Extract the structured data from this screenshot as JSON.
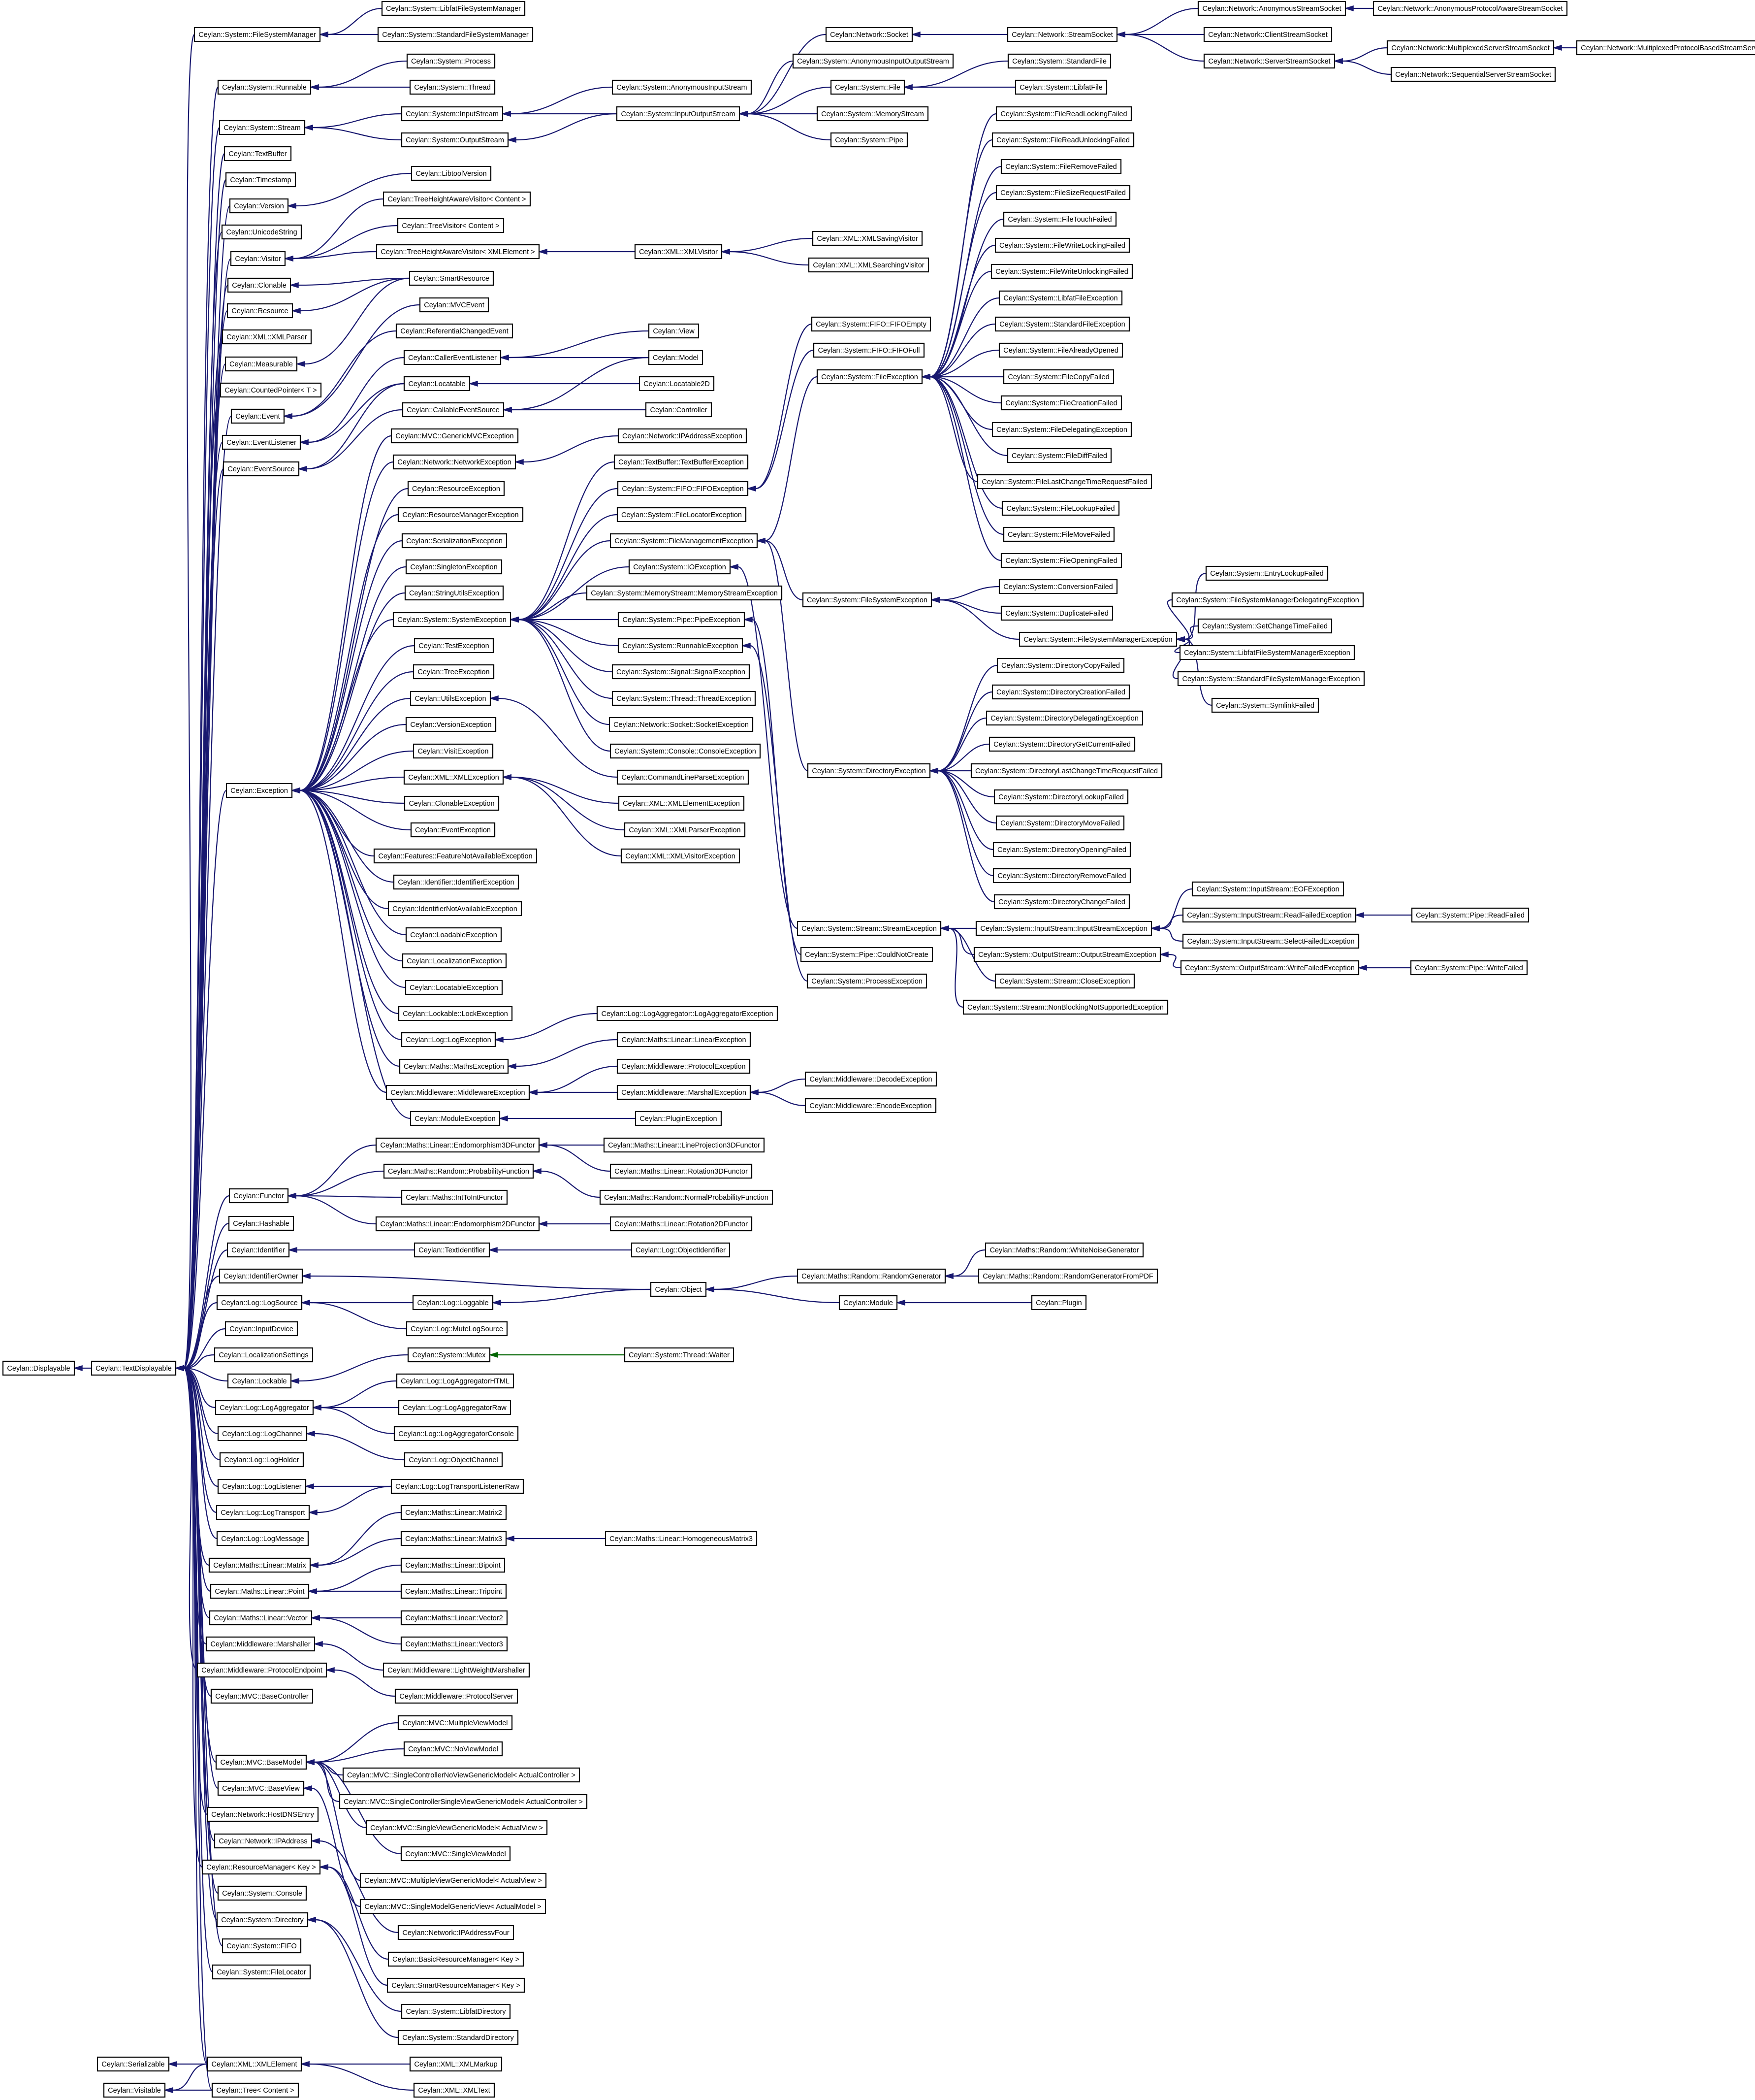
{
  "colors": {
    "edge": "#191970",
    "edge_special": "#006400",
    "node_border": "#000000",
    "background": "#ffffff"
  },
  "nodes": {
    "displayable": "Ceylan::Displayable",
    "serializable": "Ceylan::Serializable",
    "visitable": "Ceylan::Visitable",
    "text_displayable": "Ceylan::TextDisplayable",
    "xml_element": "Ceylan::XML::XMLElement",
    "tree_content": "Ceylan::Tree< Content >",
    "xml_markup": "Ceylan::XML::XMLMarkup",
    "xml_text": "Ceylan::XML::XMLText",
    "file_system_manager": "Ceylan::System::FileSystemManager",
    "libfat_fsm": "Ceylan::System::LibfatFileSystemManager",
    "standard_fsm": "Ceylan::System::StandardFileSystemManager",
    "runnable": "Ceylan::System::Runnable",
    "process": "Ceylan::System::Process",
    "thread": "Ceylan::System::Thread",
    "stream": "Ceylan::System::Stream",
    "input_stream": "Ceylan::System::InputStream",
    "output_stream": "Ceylan::System::OutputStream",
    "anonymous_input_stream": "Ceylan::System::AnonymousInputStream",
    "input_output_stream": "Ceylan::System::InputOutputStream",
    "network_socket": "Ceylan::Network::Socket",
    "anonymous_io_stream": "Ceylan::System::AnonymousInputOutputStream",
    "system_file": "Ceylan::System::File",
    "memory_stream": "Ceylan::System::MemoryStream",
    "system_pipe": "Ceylan::System::Pipe",
    "stream_socket": "Ceylan::Network::StreamSocket",
    "anonymous_stream_socket": "Ceylan::Network::AnonymousStreamSocket",
    "anonymous_protocol_aware_socket": "Ceylan::Network::AnonymousProtocolAwareStreamSocket",
    "client_stream_socket": "Ceylan::Network::ClientStreamSocket",
    "server_stream_socket": "Ceylan::Network::ServerStreamSocket",
    "multiplexed_server_socket": "Ceylan::Network::MultiplexedServerStreamSocket",
    "multiplexed_protocol_server": "Ceylan::Network::MultiplexedProtocolBasedStreamServer",
    "sequential_server_socket": "Ceylan::Network::SequentialServerStreamSocket",
    "standard_file": "Ceylan::System::StandardFile",
    "libfat_file": "Ceylan::System::LibfatFile",
    "text_buffer": "Ceylan::TextBuffer",
    "timestamp": "Ceylan::Timestamp",
    "version": "Ceylan::Version",
    "libtool_version": "Ceylan::LibtoolVersion",
    "unicode_string": "Ceylan::UnicodeString",
    "visitor": "Ceylan::Visitor",
    "tree_height_visitor_content": "Ceylan::TreeHeightAwareVisitor< Content >",
    "tree_visitor_content": "Ceylan::TreeVisitor< Content >",
    "tree_height_visitor_xml": "Ceylan::TreeHeightAwareVisitor< XMLElement >",
    "xml_visitor": "Ceylan::XML::XMLVisitor",
    "xml_saving_visitor": "Ceylan::XML::XMLSavingVisitor",
    "xml_searching_visitor": "Ceylan::XML::XMLSearchingVisitor",
    "clonable": "Ceylan::Clonable",
    "resource": "Ceylan::Resource",
    "smart_resource": "Ceylan::SmartResource",
    "xml_parser": "Ceylan::XML::XMLParser",
    "measurable": "Ceylan::Measurable",
    "mvc_event": "Ceylan::MVCEvent",
    "referential_changed_event": "Ceylan::ReferentialChangedEvent",
    "counted_pointer": "Ceylan::CountedPointer< T >",
    "caller_event_listener": "Ceylan::CallerEventListener",
    "view": "Ceylan::View",
    "model": "Ceylan::Model",
    "event": "Ceylan::Event",
    "locatable": "Ceylan::Locatable",
    "locatable2d": "Ceylan::Locatable2D",
    "event_listener": "Ceylan::EventListener",
    "callable_event_source": "Ceylan::CallableEventSource",
    "controller": "Ceylan::Controller",
    "event_source": "Ceylan::EventSource",
    "exception": "Ceylan::Exception",
    "mvc_generic_exception": "Ceylan::MVC::GenericMVCException",
    "network_exception": "Ceylan::Network::NetworkException",
    "ip_address_exception": "Ceylan::Network::IPAddressException",
    "resource_exception": "Ceylan::ResourceException",
    "resource_manager_exception": "Ceylan::ResourceManagerException",
    "serialization_exception": "Ceylan::SerializationException",
    "singleton_exception": "Ceylan::SingletonException",
    "string_utils_exception": "Ceylan::StringUtilsException",
    "system_exception": "Ceylan::System::SystemException",
    "test_exception": "Ceylan::TestException",
    "tree_exception": "Ceylan::TreeException",
    "utils_exception": "Ceylan::UtilsException",
    "version_exception": "Ceylan::VersionException",
    "visit_exception": "Ceylan::VisitException",
    "xml_exception": "Ceylan::XML::XMLException",
    "clonable_exception": "Ceylan::ClonableException",
    "event_exception": "Ceylan::EventException",
    "feature_not_available": "Ceylan::Features::FeatureNotAvailableException",
    "identifier_exception": "Ceylan::Identifier::IdentifierException",
    "identifier_not_available": "Ceylan::IdentifierNotAvailableException",
    "loadable_exception": "Ceylan::LoadableException",
    "localization_exception": "Ceylan::LocalizationException",
    "locatable_exception": "Ceylan::LocatableException",
    "lock_exception": "Ceylan::Lockable::LockException",
    "log_exception": "Ceylan::Log::LogException",
    "log_aggregator_exception": "Ceylan::Log::LogAggregator::LogAggregatorException",
    "maths_exception": "Ceylan::Maths::MathsException",
    "linear_exception": "Ceylan::Maths::Linear::LinearException",
    "middleware_exception": "Ceylan::Middleware::MiddlewareException",
    "protocol_exception": "Ceylan::Middleware::ProtocolException",
    "marshall_exception": "Ceylan::Middleware::MarshallException",
    "decode_exception": "Ceylan::Middleware::DecodeException",
    "encode_exception": "Ceylan::Middleware::EncodeException",
    "module_exception": "Ceylan::ModuleException",
    "plugin_exception": "Ceylan::PluginException",
    "text_buffer_exception": "Ceylan::TextBuffer::TextBufferException",
    "fifo_exception": "Ceylan::System::FIFO::FIFOException",
    "file_locator_exception": "Ceylan::System::FileLocatorException",
    "file_management_exception": "Ceylan::System::FileManagementException",
    "io_exception": "Ceylan::System::IOException",
    "memory_stream_exception": "Ceylan::System::MemoryStream::MemoryStreamException",
    "pipe_exception": "Ceylan::System::Pipe::PipeException",
    "runnable_exception": "Ceylan::System::RunnableException",
    "signal_exception": "Ceylan::System::Signal::SignalException",
    "thread_exception": "Ceylan::System::Thread::ThreadException",
    "socket_exception": "Ceylan::Network::Socket::SocketException",
    "console_exception": "Ceylan::System::Console::ConsoleException",
    "command_line_parse_exception": "Ceylan::CommandLineParseException",
    "xml_element_exception": "Ceylan::XML::XMLElementException",
    "xml_parser_exception": "Ceylan::XML::XMLParserException",
    "xml_visitor_exception": "Ceylan::XML::XMLVisitorException",
    "fifo_empty": "Ceylan::System::FIFO::FIFOEmpty",
    "fifo_full": "Ceylan::System::FIFO::FIFOFull",
    "file_exception": "Ceylan::System::FileException",
    "file_read_locking_failed": "Ceylan::System::FileReadLockingFailed",
    "file_read_unlocking_failed": "Ceylan::System::FileReadUnlockingFailed",
    "file_remove_failed": "Ceylan::System::FileRemoveFailed",
    "file_size_request_failed": "Ceylan::System::FileSizeRequestFailed",
    "file_touch_failed": "Ceylan::System::FileTouchFailed",
    "file_write_locking_failed": "Ceylan::System::FileWriteLockingFailed",
    "file_write_unlocking_failed": "Ceylan::System::FileWriteUnlockingFailed",
    "libfat_file_exception": "Ceylan::System::LibfatFileException",
    "standard_file_exception": "Ceylan::System::StandardFileException",
    "file_already_opened": "Ceylan::System::FileAlreadyOpened",
    "file_copy_failed": "Ceylan::System::FileCopyFailed",
    "file_creation_failed": "Ceylan::System::FileCreationFailed",
    "file_delegating_exception": "Ceylan::System::FileDelegatingException",
    "file_diff_failed": "Ceylan::System::FileDiffFailed",
    "file_last_change_time_failed": "Ceylan::System::FileLastChangeTimeRequestFailed",
    "file_lookup_failed": "Ceylan::System::FileLookupFailed",
    "file_move_failed": "Ceylan::System::FileMoveFailed",
    "file_opening_failed": "Ceylan::System::FileOpeningFailed",
    "file_system_exception": "Ceylan::System::FileSystemException",
    "conversion_failed": "Ceylan::System::ConversionFailed",
    "duplicate_failed": "Ceylan::System::DuplicateFailed",
    "fsm_exception": "Ceylan::System::FileSystemManagerException",
    "entry_lookup_failed": "Ceylan::System::EntryLookupFailed",
    "fsm_delegating_exception": "Ceylan::System::FileSystemManagerDelegatingException",
    "get_change_time_failed": "Ceylan::System::GetChangeTimeFailed",
    "libfat_fsm_exception": "Ceylan::System::LibfatFileSystemManagerException",
    "standard_fsm_exception": "Ceylan::System::StandardFileSystemManagerException",
    "symlink_failed": "Ceylan::System::SymlinkFailed",
    "directory_exception": "Ceylan::System::DirectoryException",
    "directory_copy_failed": "Ceylan::System::DirectoryCopyFailed",
    "directory_creation_failed": "Ceylan::System::DirectoryCreationFailed",
    "directory_delegating_exception": "Ceylan::System::DirectoryDelegatingException",
    "directory_get_current_failed": "Ceylan::System::DirectoryGetCurrentFailed",
    "directory_last_change_failed": "Ceylan::System::DirectoryLastChangeTimeRequestFailed",
    "directory_lookup_failed": "Ceylan::System::DirectoryLookupFailed",
    "directory_move_failed": "Ceylan::System::DirectoryMoveFailed",
    "directory_opening_failed": "Ceylan::System::DirectoryOpeningFailed",
    "directory_remove_failed": "Ceylan::System::DirectoryRemoveFailed",
    "directory_change_failed": "Ceylan::System::DirectoryChangeFailed",
    "stream_exception": "Ceylan::System::Stream::StreamException",
    "pipe_could_not_create": "Ceylan::System::Pipe::CouldNotCreate",
    "process_exception": "Ceylan::System::ProcessException",
    "input_stream_exception": "Ceylan::System::InputStream::InputStreamException",
    "eof_exception": "Ceylan::System::InputStream::EOFException",
    "read_failed_exception": "Ceylan::System::InputStream::ReadFailedException",
    "pipe_read_failed": "Ceylan::System::Pipe::ReadFailed",
    "select_failed_exception": "Ceylan::System::InputStream::SelectFailedException",
    "output_stream_exception": "Ceylan::System::OutputStream::OutputStreamException",
    "write_failed_exception": "Ceylan::System::OutputStream::WriteFailedException",
    "pipe_write_failed": "Ceylan::System::Pipe::WriteFailed",
    "close_exception": "Ceylan::System::Stream::CloseException",
    "non_blocking_not_supported": "Ceylan::System::Stream::NonBlockingNotSupportedException",
    "functor": "Ceylan::Functor",
    "endomorphism3d_functor": "Ceylan::Maths::Linear::Endomorphism3DFunctor",
    "line_projection3d_functor": "Ceylan::Maths::Linear::LineProjection3DFunctor",
    "rotation3d_functor": "Ceylan::Maths::Linear::Rotation3DFunctor",
    "probability_function": "Ceylan::Maths::Random::ProbabilityFunction",
    "normal_probability_function": "Ceylan::Maths::Random::NormalProbabilityFunction",
    "int_to_int_functor": "Ceylan::Maths::IntToIntFunctor",
    "endomorphism2d_functor": "Ceylan::Maths::Linear::Endomorphism2DFunctor",
    "rotation2d_functor": "Ceylan::Maths::Linear::Rotation2DFunctor",
    "hashable": "Ceylan::Hashable",
    "identifier": "Ceylan::Identifier",
    "text_identifier": "Ceylan::TextIdentifier",
    "object_identifier": "Ceylan::Log::ObjectIdentifier",
    "identifier_owner": "Ceylan::IdentifierOwner",
    "object": "Ceylan::Object",
    "random_generator": "Ceylan::Maths::Random::RandomGenerator",
    "white_noise_generator": "Ceylan::Maths::Random::WhiteNoiseGenerator",
    "random_generator_from_pdf": "Ceylan::Maths::Random::RandomGeneratorFromPDF",
    "module": "Ceylan::Module",
    "plugin": "Ceylan::Plugin",
    "log_source": "Ceylan::Log::LogSource",
    "loggable": "Ceylan::Log::Loggable",
    "mute_log_source": "Ceylan::Log::MuteLogSource",
    "input_device": "Ceylan::InputDevice",
    "localization_settings": "Ceylan::LocalizationSettings",
    "lockable": "Ceylan::Lockable",
    "system_mutex": "Ceylan::System::Mutex",
    "thread_waiter": "Ceylan::System::Thread::Waiter",
    "log_aggregator": "Ceylan::Log::LogAggregator",
    "log_aggregator_html": "Ceylan::Log::LogAggregatorHTML",
    "log_aggregator_raw": "Ceylan::Log::LogAggregatorRaw",
    "log_aggregator_console": "Ceylan::Log::LogAggregatorConsole",
    "log_channel": "Ceylan::Log::LogChannel",
    "object_channel": "Ceylan::Log::ObjectChannel",
    "log_holder": "Ceylan::Log::LogHolder",
    "log_listener": "Ceylan::Log::LogListener",
    "log_transport_listener_raw": "Ceylan::Log::LogTransportListenerRaw",
    "log_transport": "Ceylan::Log::LogTransport",
    "log_message": "Ceylan::Log::LogMessage",
    "linear_matrix": "Ceylan::Maths::Linear::Matrix",
    "linear_matrix2": "Ceylan::Maths::Linear::Matrix2",
    "linear_matrix3": "Ceylan::Maths::Linear::Matrix3",
    "homogeneous_matrix3": "Ceylan::Maths::Linear::HomogeneousMatrix3",
    "linear_point": "Ceylan::Maths::Linear::Point",
    "linear_bipoint": "Ceylan::Maths::Linear::Bipoint",
    "linear_tripoint": "Ceylan::Maths::Linear::Tripoint",
    "linear_vector": "Ceylan::Maths::Linear::Vector",
    "linear_vector2": "Ceylan::Maths::Linear::Vector2",
    "linear_vector3": "Ceylan::Maths::Linear::Vector3",
    "marshaller": "Ceylan::Middleware::Marshaller",
    "light_weight_marshaller": "Ceylan::Middleware::LightWeightMarshaller",
    "protocol_endpoint": "Ceylan::Middleware::ProtocolEndpoint",
    "protocol_server": "Ceylan::Middleware::ProtocolServer",
    "mvc_base_controller": "Ceylan::MVC::BaseController",
    "mvc_multiple_view_model": "Ceylan::MVC::MultipleViewModel",
    "mvc_base_model": "Ceylan::MVC::BaseModel",
    "mvc_no_view_model": "Ceylan::MVC::NoViewModel",
    "mvc_single_ctrl_noview": "Ceylan::MVC::SingleControllerNoViewGenericModel< ActualController >",
    "mvc_base_view": "Ceylan::MVC::BaseView",
    "mvc_single_ctrl_singleview": "Ceylan::MVC::SingleControllerSingleViewGenericModel< ActualController >",
    "network_host_dns_entry": "Ceylan::Network::HostDNSEntry",
    "mvc_single_view_generic": "Ceylan::MVC::SingleViewGenericModel< ActualView >",
    "network_ip_address": "Ceylan::Network::IPAddress",
    "mvc_single_view_model": "Ceylan::MVC::SingleViewModel",
    "resource_manager_key": "Ceylan::ResourceManager< Key >",
    "mvc_multiple_view_generic": "Ceylan::MVC::MultipleViewGenericModel< ActualView >",
    "system_console": "Ceylan::System::Console",
    "mvc_single_model_generic_view": "Ceylan::MVC::SingleModelGenericView< ActualModel >",
    "system_directory": "Ceylan::System::Directory",
    "ip_address_four": "Ceylan::Network::IPAddressvFour",
    "system_fifo": "Ceylan::System::FIFO",
    "basic_resource_manager": "Ceylan::BasicResourceManager< Key >",
    "system_file_locator": "Ceylan::System::FileLocator",
    "smart_resource_manager": "Ceylan::SmartResourceManager< Key >",
    "libfat_directory": "Ceylan::System::LibfatDirectory",
    "standard_directory": "Ceylan::System::StandardDirectory"
  }
}
